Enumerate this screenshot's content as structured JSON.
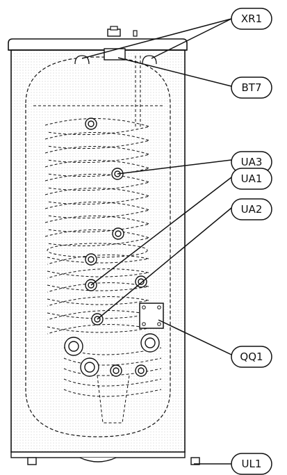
{
  "labels": {
    "xr1": "XR1",
    "bt7": "BT7",
    "ua3": "UA3",
    "ua1": "UA1",
    "ua2": "UA2",
    "qq1": "QQ1",
    "ul1": "UL1"
  },
  "colors": {
    "outline": "#111111",
    "tank_shade": "#ececec",
    "body_fill": "#ffffff"
  }
}
